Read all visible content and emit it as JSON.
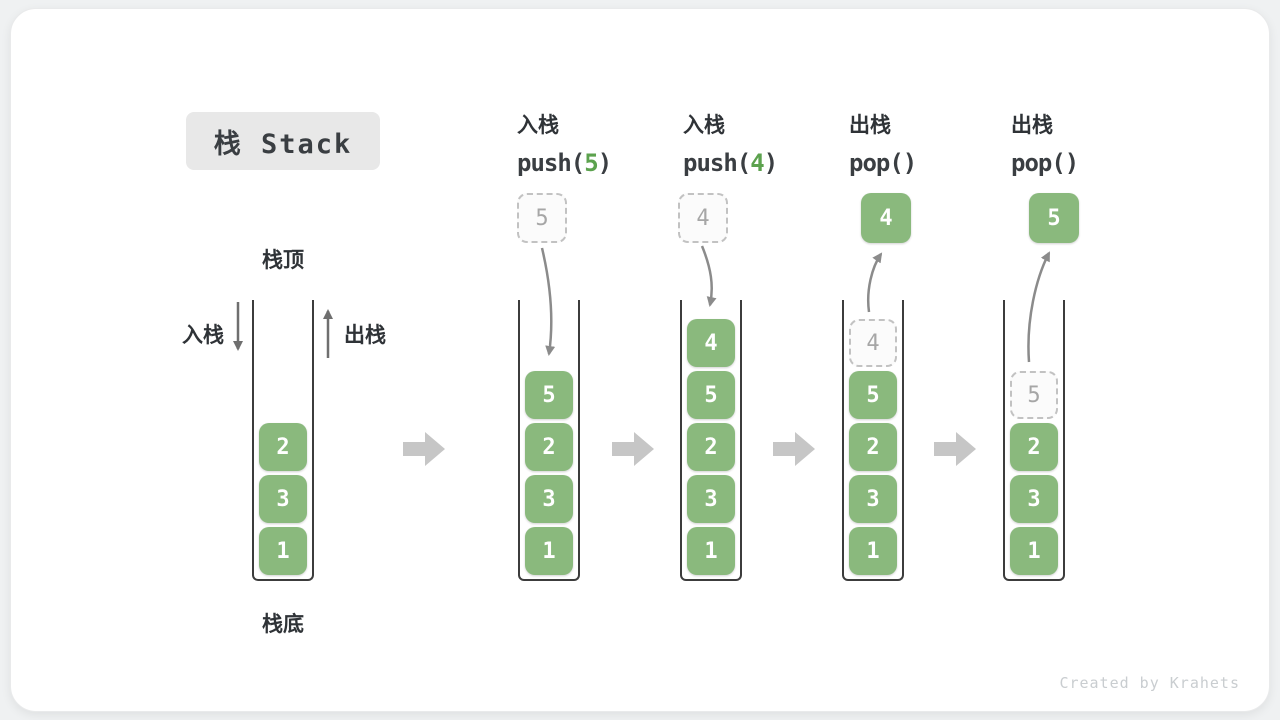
{
  "title": "栈 Stack",
  "side_labels": {
    "top": "栈顶",
    "bottom": "栈底",
    "push": "入栈",
    "pop": "出栈"
  },
  "operations": [
    {
      "label": "入栈",
      "code_prefix": "push(",
      "code_arg": "5",
      "code_suffix": ")"
    },
    {
      "label": "入栈",
      "code_prefix": "push(",
      "code_arg": "4",
      "code_suffix": ")"
    },
    {
      "label": "出栈",
      "code_prefix": "pop(",
      "code_arg": "",
      "code_suffix": ")"
    },
    {
      "label": "出栈",
      "code_prefix": "pop(",
      "code_arg": "",
      "code_suffix": ")"
    }
  ],
  "floating_values": [
    "5",
    "4",
    "4",
    "5"
  ],
  "stacks": [
    {
      "items": [
        "2",
        "3",
        "1"
      ]
    },
    {
      "items": [
        "5",
        "2",
        "3",
        "1"
      ]
    },
    {
      "items": [
        "4",
        "5",
        "2",
        "3",
        "1"
      ]
    },
    {
      "items": [
        "4",
        "5",
        "2",
        "3",
        "1"
      ]
    },
    {
      "items": [
        "5",
        "2",
        "3",
        "1"
      ]
    }
  ],
  "footer": "Created by Krahets",
  "colors": {
    "element_green": "#8ab97d",
    "accent_green": "#5ca24e",
    "ghost_gray": "#a6a6a6",
    "arrow_gray": "#8b8b8b",
    "block_arrow": "#c6c6c6",
    "ink": "#2f3337"
  }
}
